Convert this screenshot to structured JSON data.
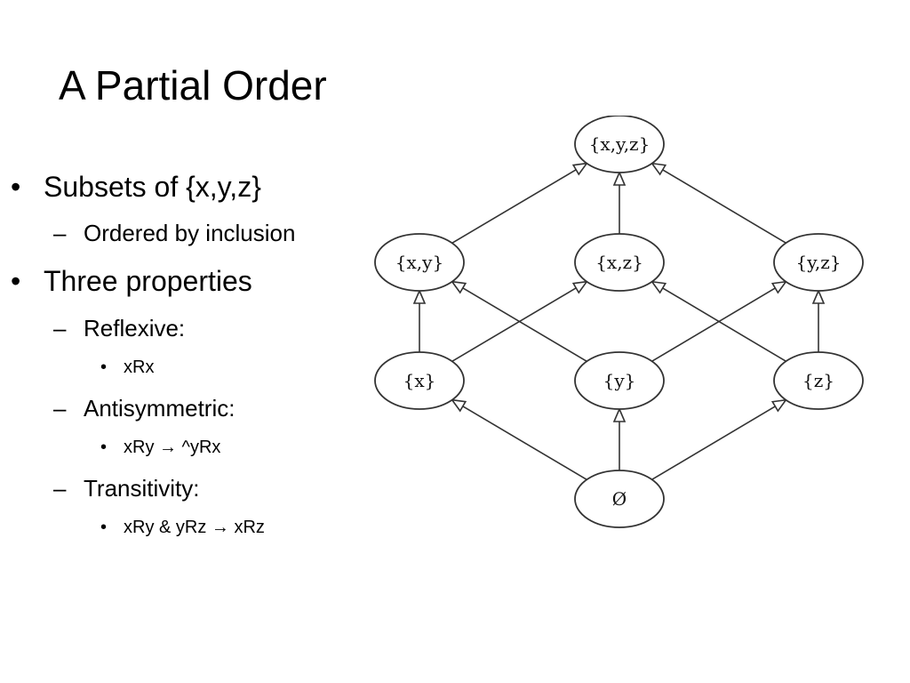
{
  "slide": {
    "title": "A Partial Order"
  },
  "bullets": [
    {
      "level": 1,
      "text": "Subsets of {x,y,z}"
    },
    {
      "level": 2,
      "text": "Ordered by inclusion"
    },
    {
      "level": 1,
      "text": "Three properties"
    },
    {
      "level": 2,
      "text": "Reflexive:"
    },
    {
      "level": 3,
      "text": "xRx"
    },
    {
      "level": 2,
      "text": "Antisymmetric:"
    },
    {
      "level": 3,
      "text": "xRy → ^yRx"
    },
    {
      "level": 2,
      "text": "Transitivity:"
    },
    {
      "level": 3,
      "text": "xRy & yRz → xRz"
    }
  ],
  "markers": {
    "level1": "•",
    "level2": "–",
    "level3": "•"
  },
  "hasse": {
    "nodes": [
      {
        "id": "xyz",
        "label": "{x,y,z}"
      },
      {
        "id": "xy",
        "label": "{x,y}"
      },
      {
        "id": "xz",
        "label": "{x,z}"
      },
      {
        "id": "yz",
        "label": "{y,z}"
      },
      {
        "id": "x",
        "label": "{x}"
      },
      {
        "id": "y",
        "label": "{y}"
      },
      {
        "id": "z",
        "label": "{z}"
      },
      {
        "id": "empty",
        "label": "Ø"
      }
    ],
    "edges": [
      {
        "from": "xy",
        "to": "xyz"
      },
      {
        "from": "xz",
        "to": "xyz"
      },
      {
        "from": "yz",
        "to": "xyz"
      },
      {
        "from": "x",
        "to": "xy"
      },
      {
        "from": "x",
        "to": "xz"
      },
      {
        "from": "y",
        "to": "xy"
      },
      {
        "from": "y",
        "to": "yz"
      },
      {
        "from": "z",
        "to": "xz"
      },
      {
        "from": "z",
        "to": "yz"
      },
      {
        "from": "empty",
        "to": "x"
      },
      {
        "from": "empty",
        "to": "y"
      },
      {
        "from": "empty",
        "to": "z"
      }
    ]
  }
}
